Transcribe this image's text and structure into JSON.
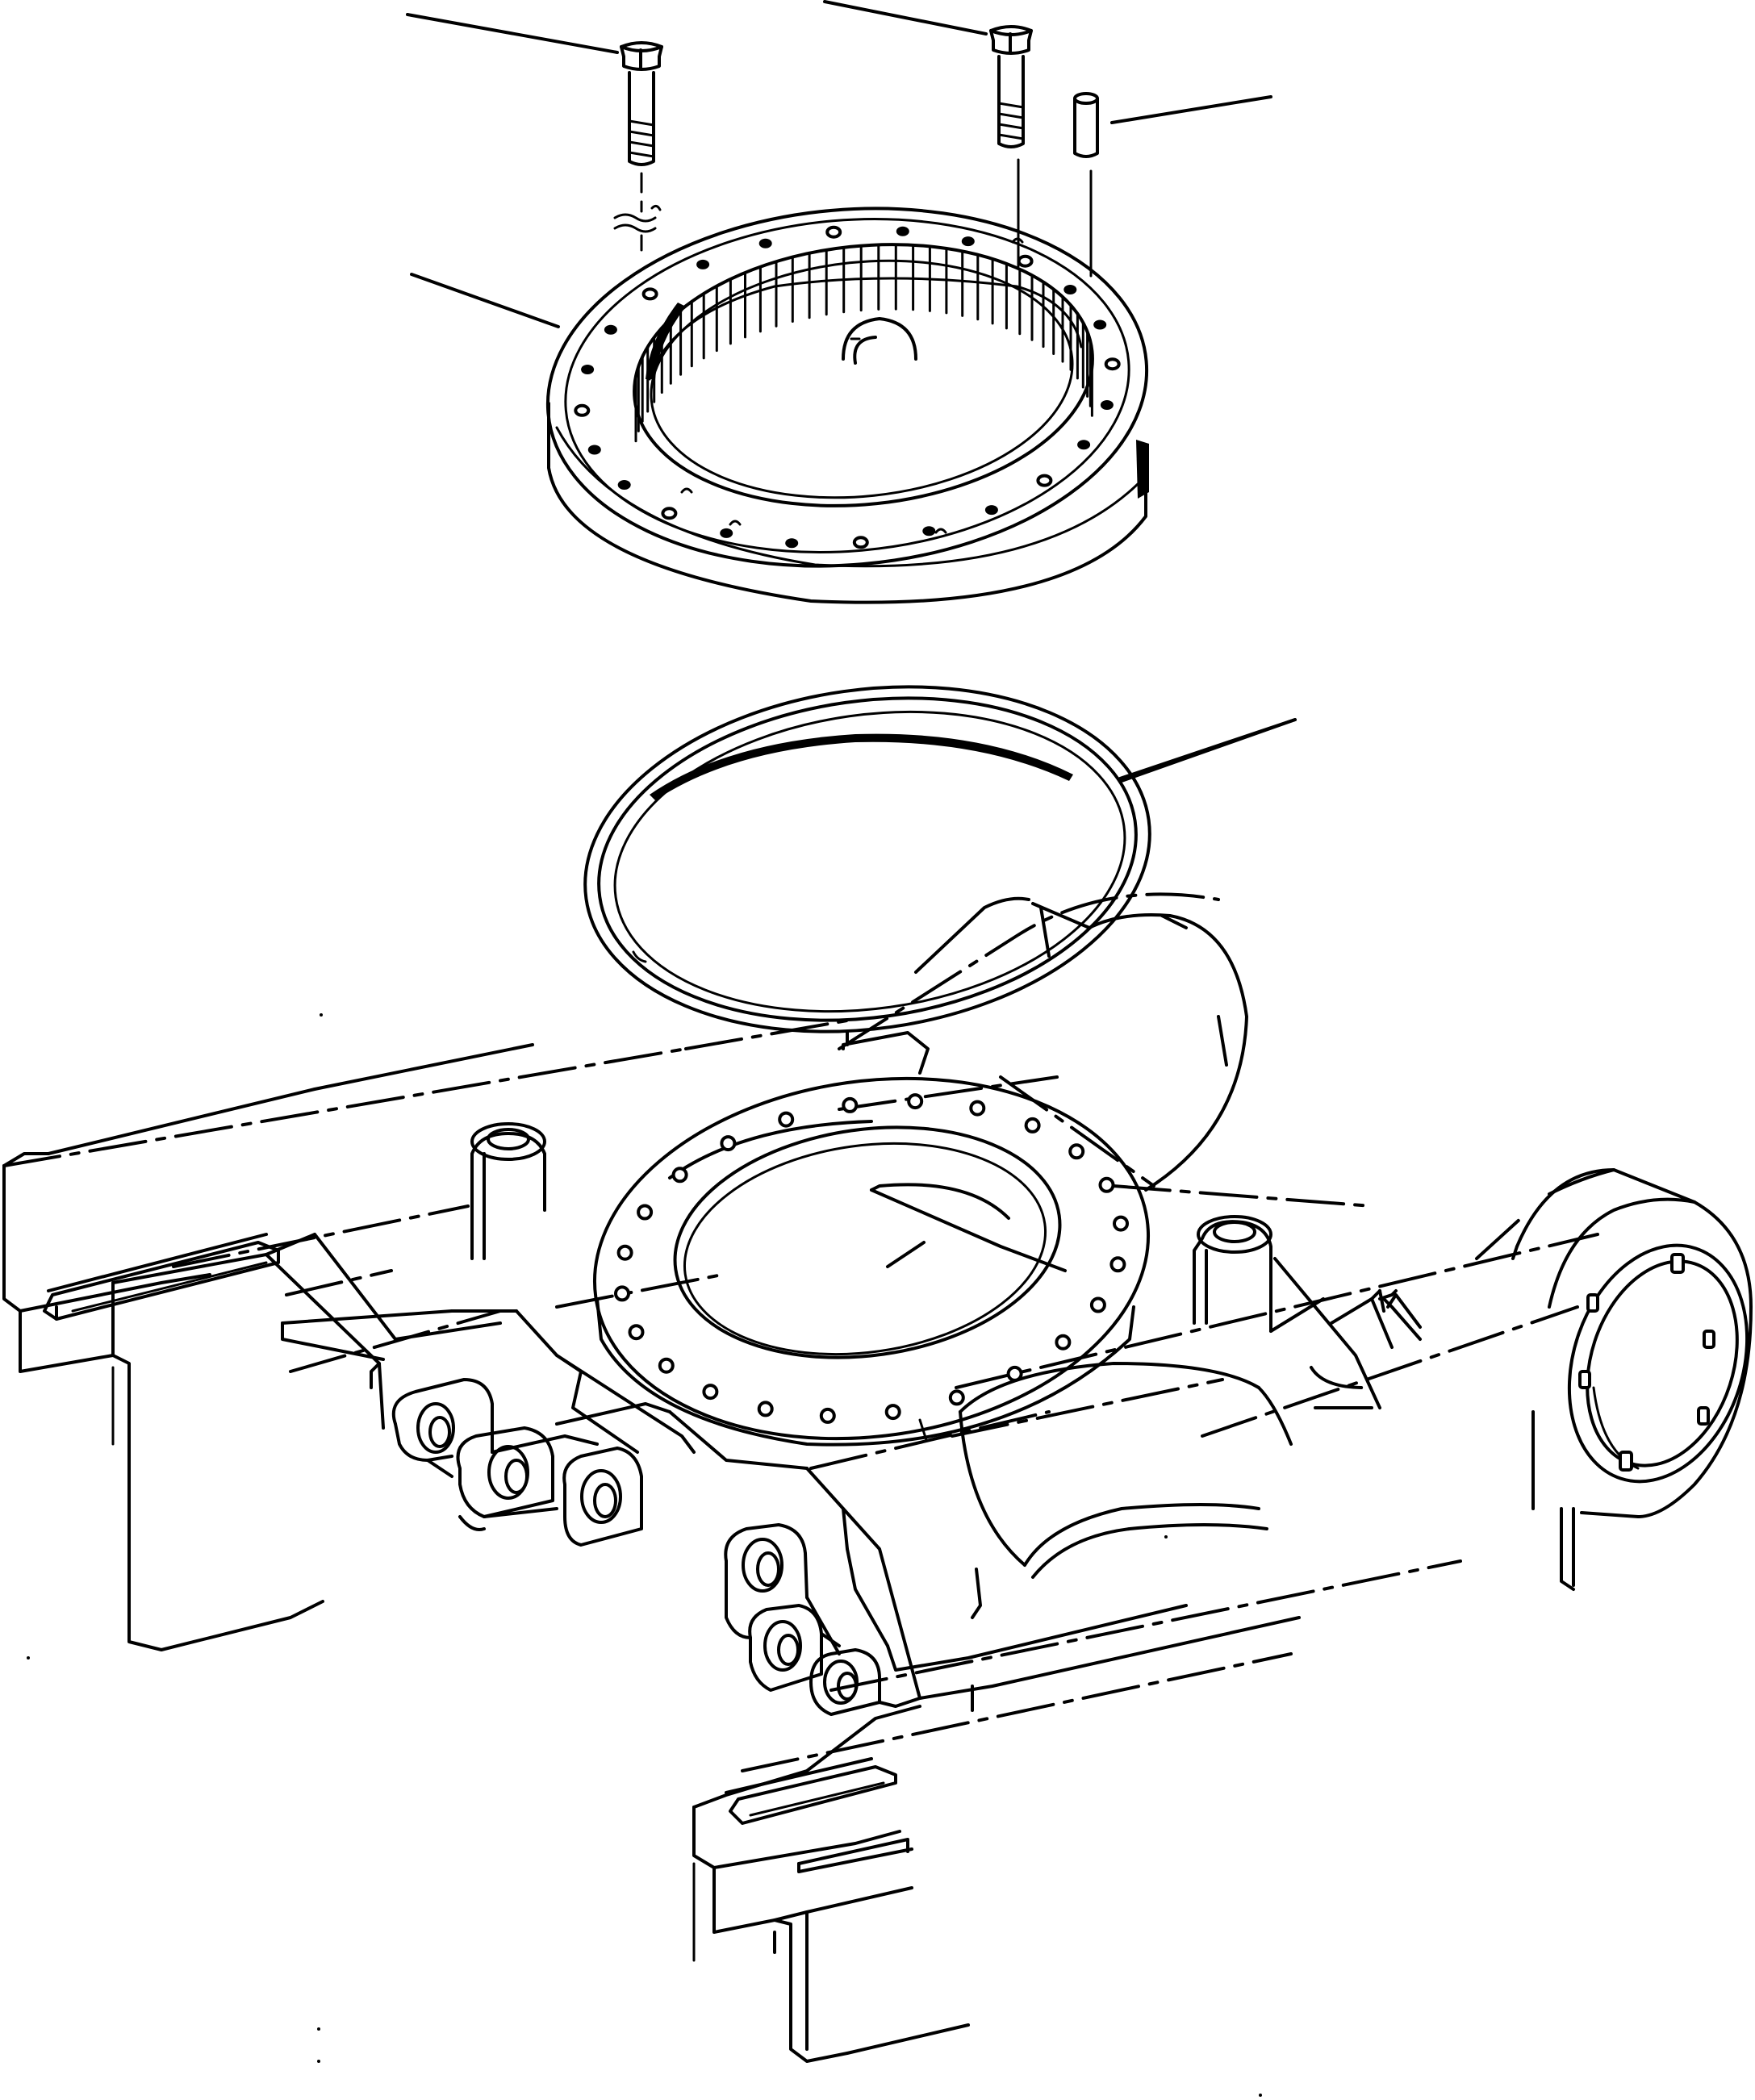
{
  "diagram": {
    "parts": [
      {
        "id": "bolt-left",
        "kind": "bolt"
      },
      {
        "id": "bolt-right",
        "kind": "bolt"
      },
      {
        "id": "dowel-pin",
        "kind": "pin"
      },
      {
        "id": "swing-circle",
        "kind": "slewing-bearing",
        "hole_count": 24,
        "teeth_count": 40
      },
      {
        "id": "seal-ring",
        "kind": "seal"
      },
      {
        "id": "track-frame",
        "kind": "undercarriage-frame",
        "mount_hole_count": 24
      }
    ],
    "leader_count": 5,
    "line_color": "#000000",
    "background_color": "#ffffff"
  }
}
